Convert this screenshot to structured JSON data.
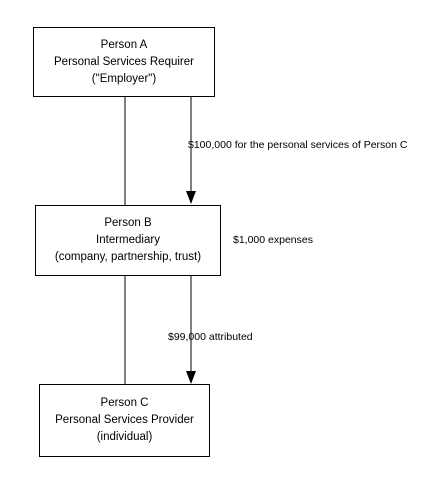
{
  "boxes": {
    "person_a": {
      "line1": "Person A",
      "line2": "Personal Services Requirer",
      "line3": "(\"Employer\")"
    },
    "person_b": {
      "line1": "Person B",
      "line2": "Intermediary",
      "line3": "(company, partnership, trust)"
    },
    "person_c": {
      "line1": "Person C",
      "line2": "Personal Services Provider",
      "line3": "(individual)"
    }
  },
  "flows": {
    "payment_label": "$100,000 for the personal services of Person C",
    "expenses_label": "$1,000 expenses",
    "attributed_label": "$99,000 attributed"
  }
}
